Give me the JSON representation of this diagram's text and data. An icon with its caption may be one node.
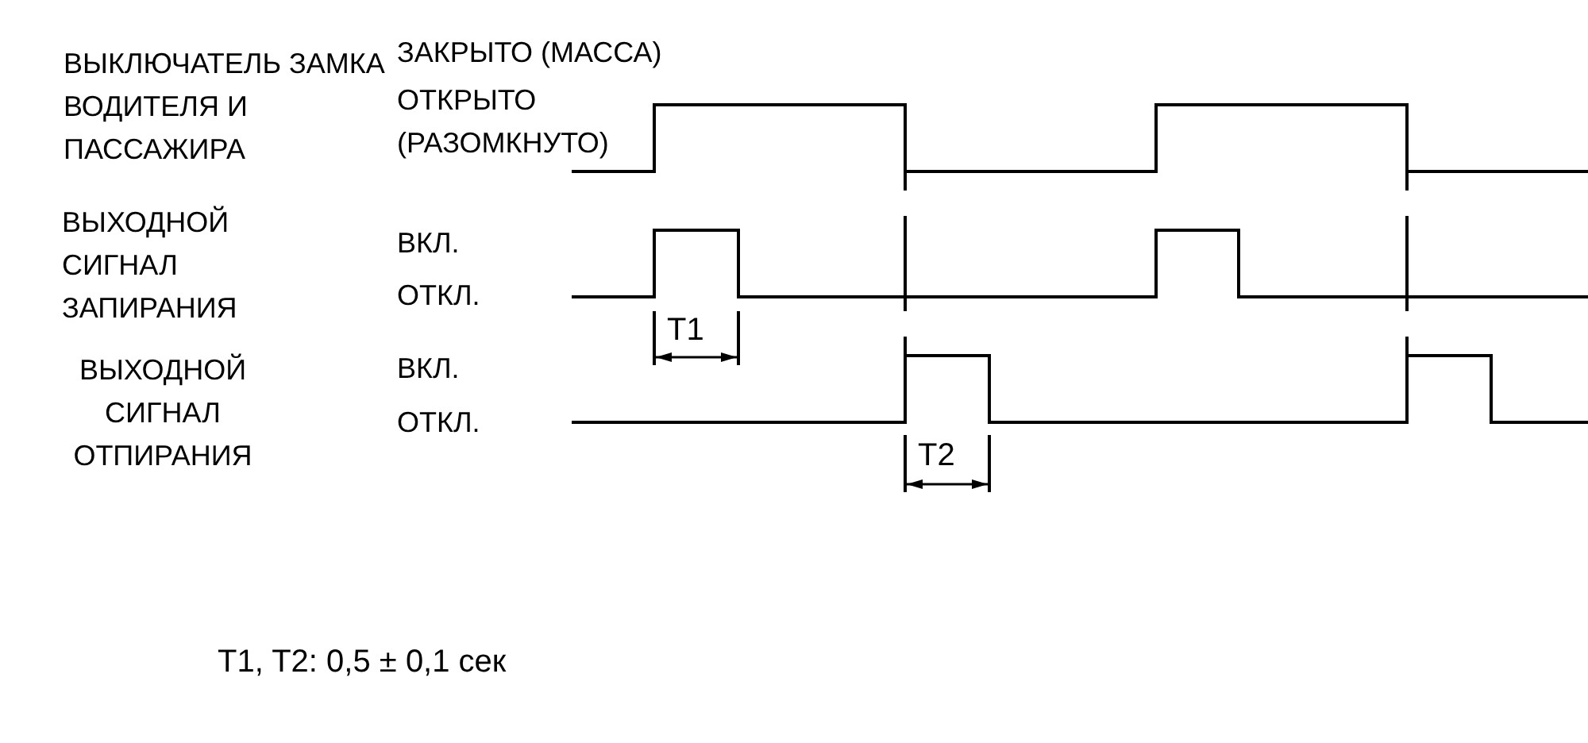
{
  "diagram": {
    "labels": [
      "ВЫКЛЮЧАТЕЛЬ ЗАМКА ВОДИТЕЛЯ И ПАССАЖИРА",
      "ЗАКРЫТО (МАССА)",
      "ОТКРЫТО (РАЗОМКНУТО)",
      "ВЫХОДНОЙ СИГНАЛ ЗАПИРАНИЯ",
      "ВКЛ.",
      "ОТКЛ.",
      "T1",
      "ВЫХОДНОЙ СИГНАЛ ОТПИРАНИЯ",
      "ВКЛ.",
      "ОТКЛ.",
      "T2",
      "T1, T2: 0,5 ± 0,1 сек"
    ]
  }
}
